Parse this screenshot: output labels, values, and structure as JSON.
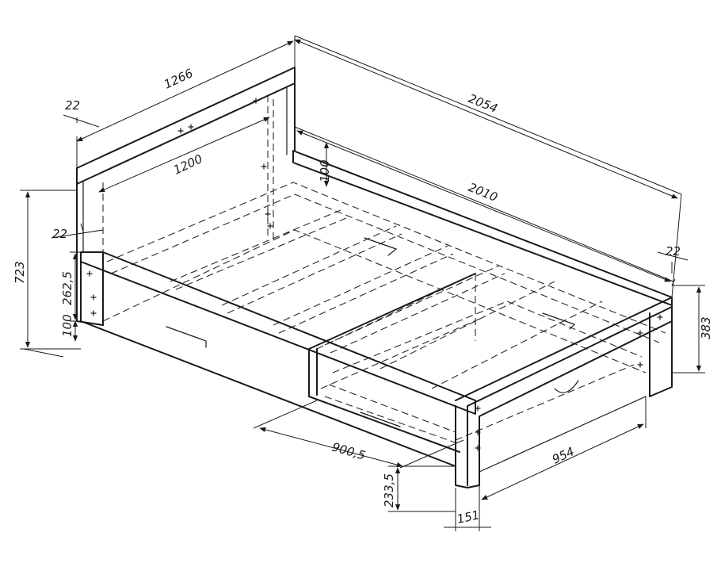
{
  "colors": {
    "line": "#1a1a1a",
    "background": "#ffffff"
  },
  "dimensions": {
    "headboard_width": "1266",
    "headboard_thickness_top": "22",
    "overall_length": "2054",
    "inner_width": "1200",
    "headboard_top_panel": "100",
    "inner_length": "2010",
    "panel_thickness_left": "22",
    "panel_thickness_right": "22",
    "total_height": "723",
    "headboard_lower_height": "262,5",
    "rail_height": "100",
    "footboard_height": "383",
    "drawer_depth": "900,5",
    "drawer_width": "954",
    "leg_height": "233,5",
    "leg_width": "151"
  }
}
